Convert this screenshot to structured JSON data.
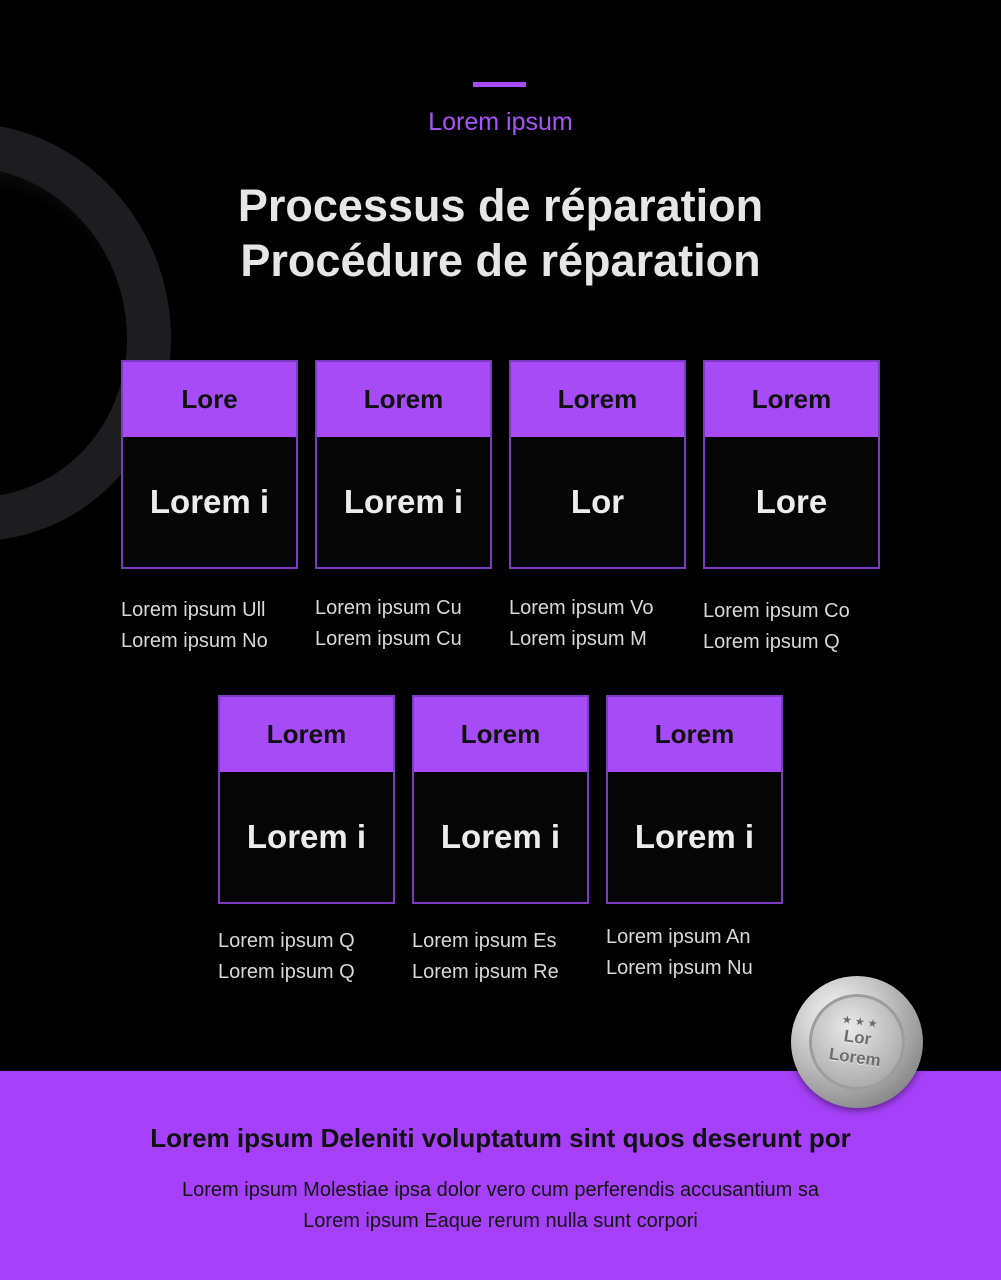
{
  "header": {
    "eyebrow": "Lorem ipsum",
    "title_line1": "Processus de réparation",
    "title_line2": "Procédure de réparation"
  },
  "steps": [
    {
      "head": "Lore",
      "body": "Lorem i",
      "line1": "Lorem ipsum Ull",
      "line2": "Lorem ipsum No"
    },
    {
      "head": "Lorem",
      "body": "Lorem i",
      "line1": "Lorem ipsum Cu",
      "line2": "Lorem ipsum Cu"
    },
    {
      "head": "Lorem",
      "body": "Lor",
      "line1": "Lorem ipsum Vo",
      "line2": "Lorem ipsum M"
    },
    {
      "head": "Lorem",
      "body": "Lore",
      "line1": "Lorem ipsum Co",
      "line2": "Lorem ipsum Q"
    },
    {
      "head": "Lorem",
      "body": "Lorem i",
      "line1": "Lorem ipsum Q",
      "line2": "Lorem ipsum Q"
    },
    {
      "head": "Lorem",
      "body": "Lorem i",
      "line1": "Lorem ipsum Es",
      "line2": "Lorem ipsum Re"
    },
    {
      "head": "Lorem",
      "body": "Lorem i",
      "line1": "Lorem ipsum An",
      "line2": "Lorem ipsum Nu"
    }
  ],
  "seal": {
    "line1": "Lor",
    "line2": "Lorem",
    "stars": "★ ★ ★"
  },
  "footer": {
    "title": "Lorem ipsum Deleniti voluptatum sint quos deserunt por",
    "text_line1": "Lorem ipsum Molestiae ipsa dolor vero cum perferendis accusantium sa",
    "text_line2": "Lorem ipsum Eaque rerum nulla sunt corpori"
  },
  "colors": {
    "accent": "#a64bf5",
    "background": "#000000",
    "footer": "#a640f8"
  }
}
